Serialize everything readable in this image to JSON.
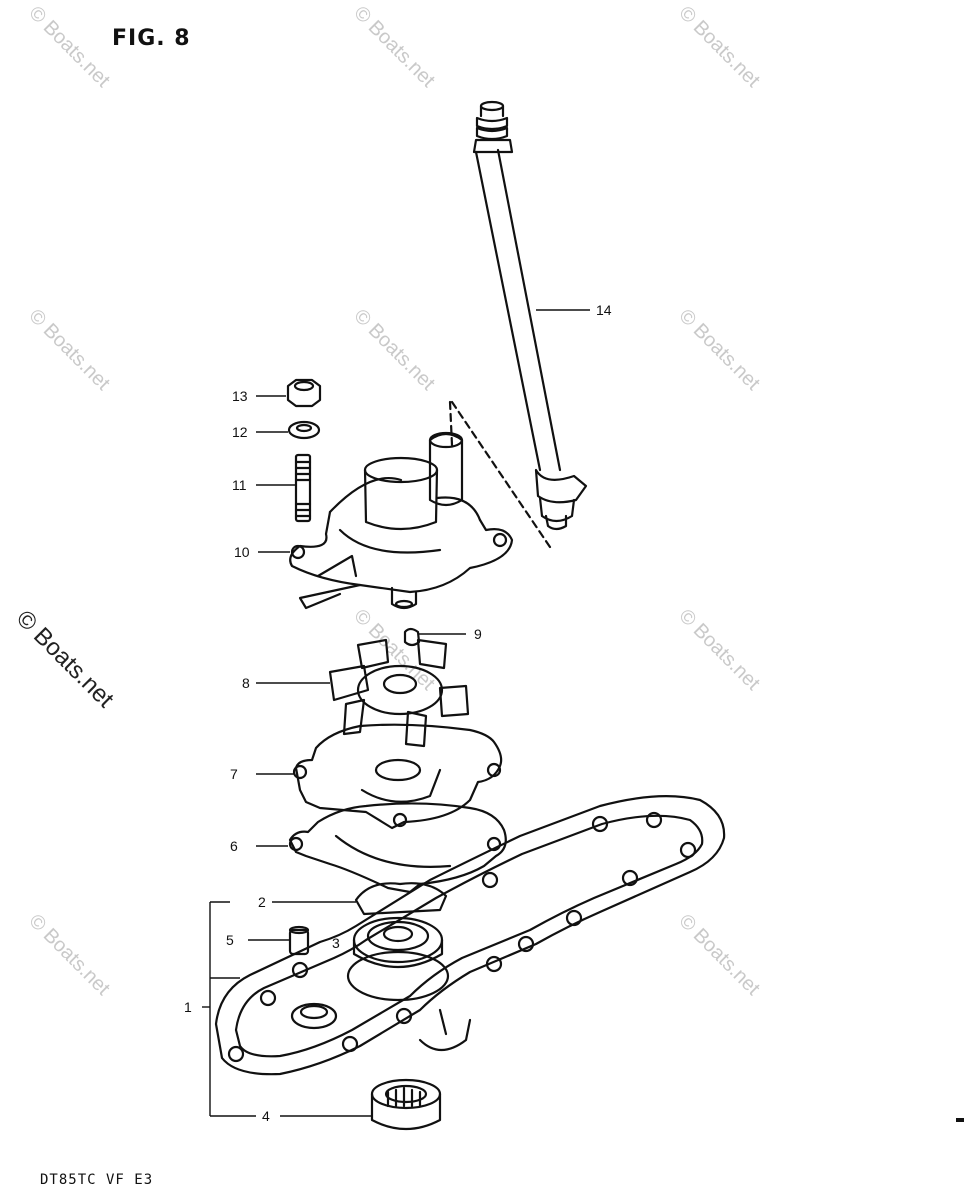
{
  "figure": {
    "title": "FIG. 8",
    "model_code": "DT85TC  VF  E3"
  },
  "watermark": {
    "text": "© Boats.net"
  },
  "callouts": {
    "p1": "1",
    "p2": "2",
    "p3": "3",
    "p4": "4",
    "p5": "5",
    "p6": "6",
    "p7": "7",
    "p8": "8",
    "p9": "9",
    "p10": "10",
    "p11": "11",
    "p12": "12",
    "p13": "13",
    "p14": "14"
  },
  "colors": {
    "ink": "#111111",
    "watermark": "#c9c9c9"
  }
}
